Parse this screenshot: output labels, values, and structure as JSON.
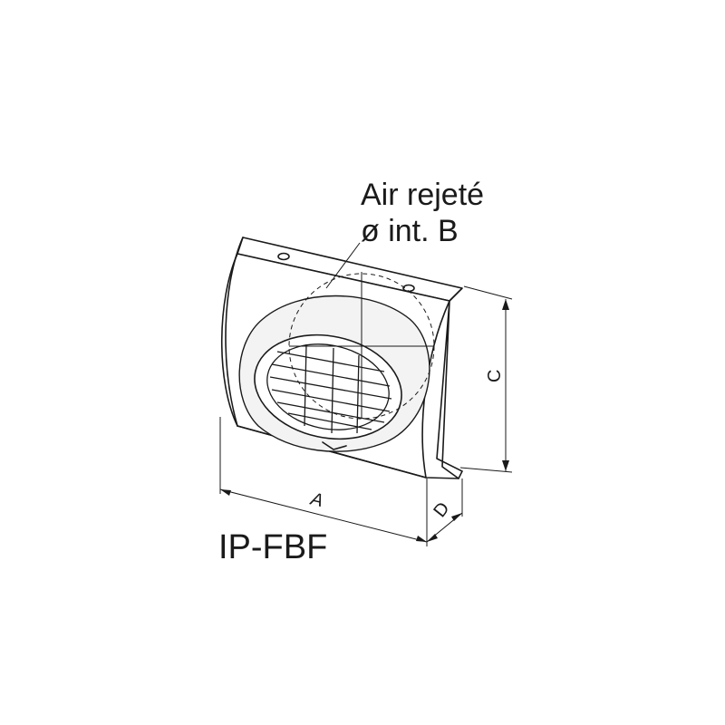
{
  "callout": {
    "line1": "Air rejeté",
    "line2": "ø int. B"
  },
  "dimensions": {
    "a": "A",
    "c": "C",
    "d": "D"
  },
  "model": "IP-FBF"
}
